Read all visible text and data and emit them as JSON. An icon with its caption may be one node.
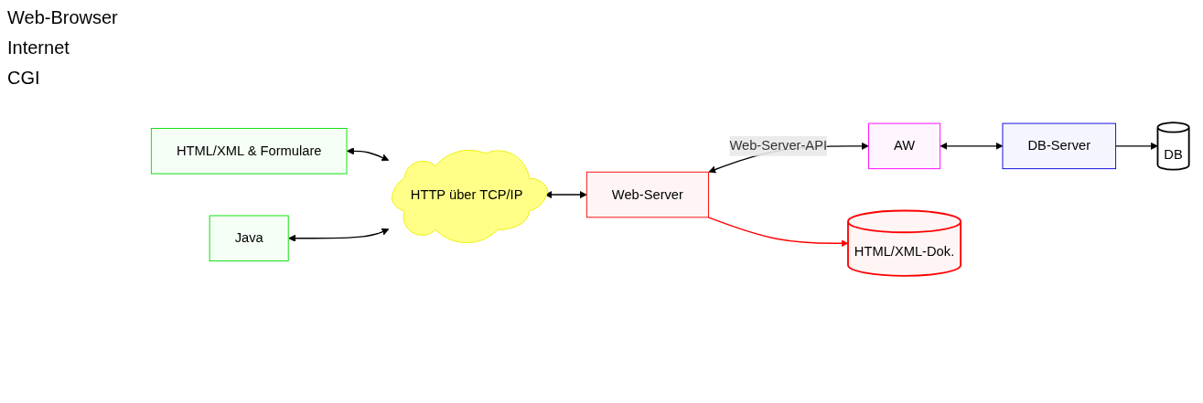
{
  "diagram": {
    "nodes": [
      {
        "text": [
          "HTML/XML & Formulare"
        ]
      },
      {
        "text": [
          "Java"
        ]
      },
      {
        "text": [
          "HTTP über TCP/IP"
        ]
      },
      {
        "text": [
          "Web-Server"
        ]
      },
      {
        "text": [
          "AW"
        ]
      },
      {
        "text": [
          "HTML/XML-Dok."
        ]
      },
      {
        "text": [
          "DB-Server"
        ]
      },
      {
        "text": [
          "DB"
        ]
      }
    ],
    "edges": [
      {
        "from": 0,
        "to": 2,
        "arrow": "both"
      },
      {
        "from": 1,
        "to": 2,
        "arrow": "both"
      },
      {
        "from": 2,
        "to": 3,
        "arrow": "both"
      },
      {
        "from": 3,
        "to": 4,
        "arrow": "both",
        "label": "Web-Server-API"
      },
      {
        "from": 3,
        "to": 5,
        "arrow": "to",
        "color": "#ff0000"
      },
      {
        "from": 4,
        "to": 6,
        "arrow": "both"
      },
      {
        "from": 6,
        "to": 7,
        "arrow": "to"
      }
    ],
    "labels": [
      "Web-Browser",
      "Internet",
      "CGI"
    ]
  }
}
